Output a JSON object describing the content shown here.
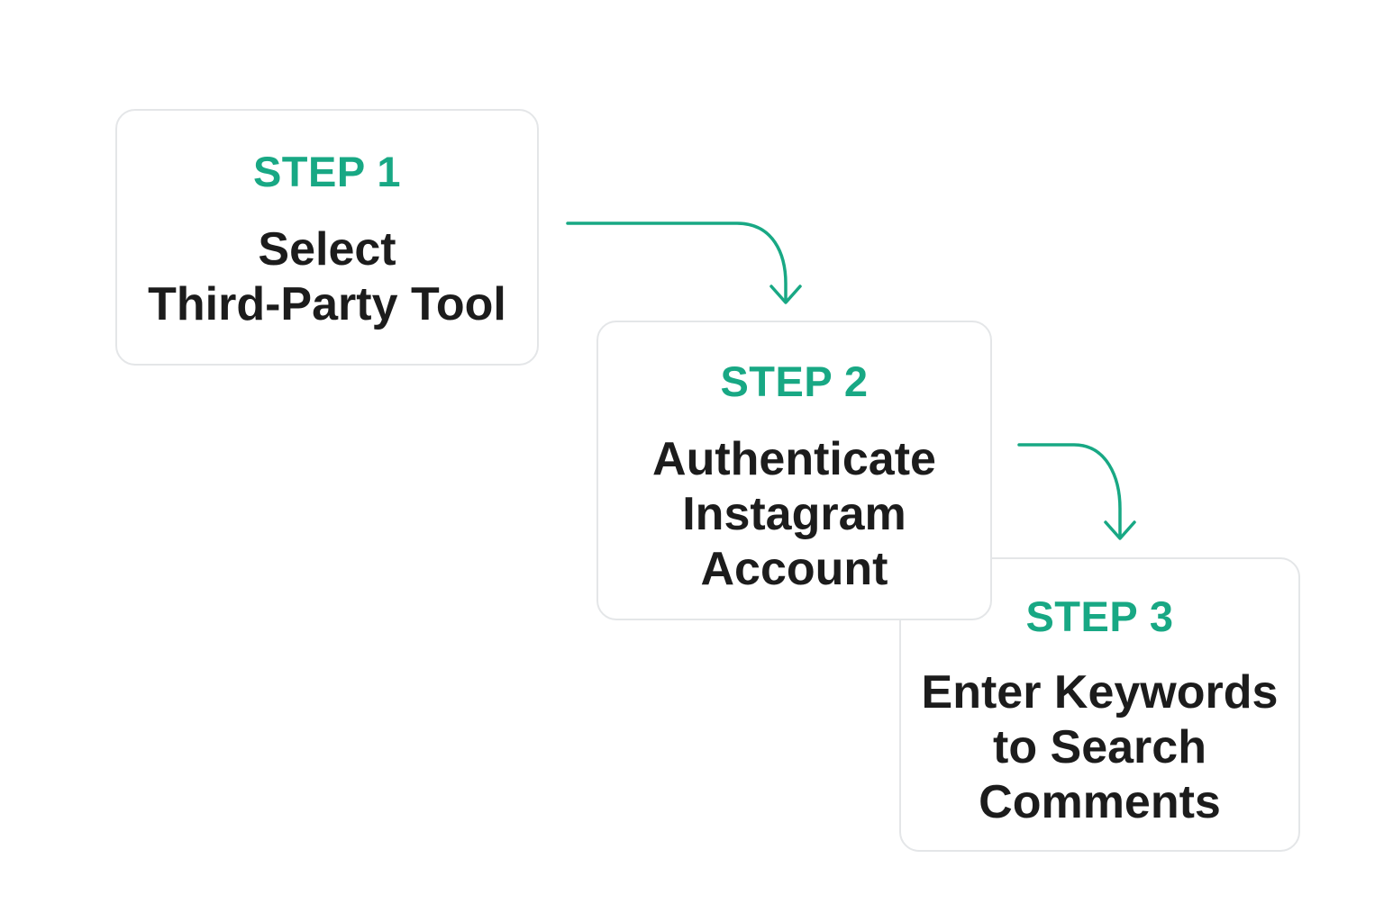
{
  "colors": {
    "accent": "#18a884",
    "text": "#1c1c1c",
    "card_border": "#e4e6e8",
    "background": "#ffffff"
  },
  "steps": [
    {
      "label": "STEP 1",
      "title_lines": [
        "Select",
        "Third-Party Tool"
      ]
    },
    {
      "label": "STEP 2",
      "title_lines": [
        "Authenticate",
        "Instagram",
        "Account"
      ]
    },
    {
      "label": "STEP 3",
      "title_lines": [
        "Enter Keywords",
        "to Search",
        "Comments"
      ]
    }
  ],
  "connectors": [
    {
      "from": "STEP 1",
      "to": "STEP 2",
      "icon": "curved-arrow-down-icon"
    },
    {
      "from": "STEP 2",
      "to": "STEP 3",
      "icon": "curved-arrow-down-icon"
    }
  ]
}
